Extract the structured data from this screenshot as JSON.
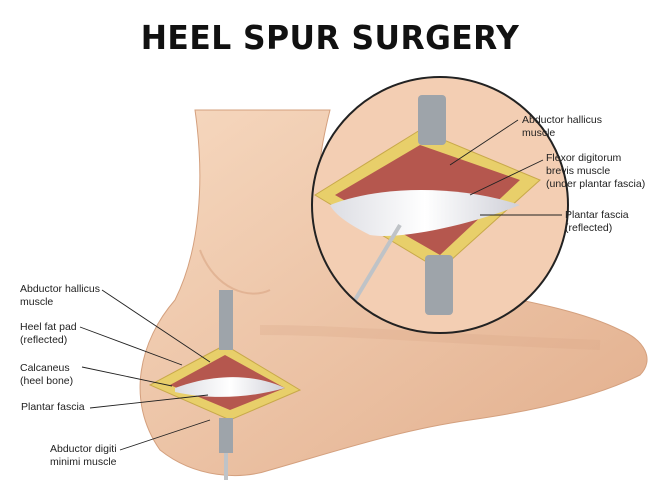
{
  "title": "HEEL SPUR SURGERY",
  "labels_main": [
    {
      "line1": "Abductor hallicus",
      "line2": "muscle"
    },
    {
      "line1": "Heel fat pad",
      "line2": "(reflected)"
    },
    {
      "line1": "Calcaneus",
      "line2": "(heel bone)"
    },
    {
      "line1": "Plantar fascia",
      "line2": ""
    },
    {
      "line1": "Abductor digiti",
      "line2": "minimi muscle"
    }
  ],
  "labels_inset": [
    {
      "line1": "Abductor hallicus",
      "line2": "muscle",
      "line3": ""
    },
    {
      "line1": "Flexor digitorum",
      "line2": "brevis muscle",
      "line3": "(under plantar fascia)"
    },
    {
      "line1": "Plantar fascia",
      "line2": "(reflected)",
      "line3": ""
    }
  ],
  "colors": {
    "skin": "#f0c9a8",
    "skin_shadow": "#d9a583",
    "fat": "#e8cf6a",
    "muscle": "#b5574e",
    "fascia": "#f2f2f4",
    "retractor": "#9ea4aa"
  }
}
